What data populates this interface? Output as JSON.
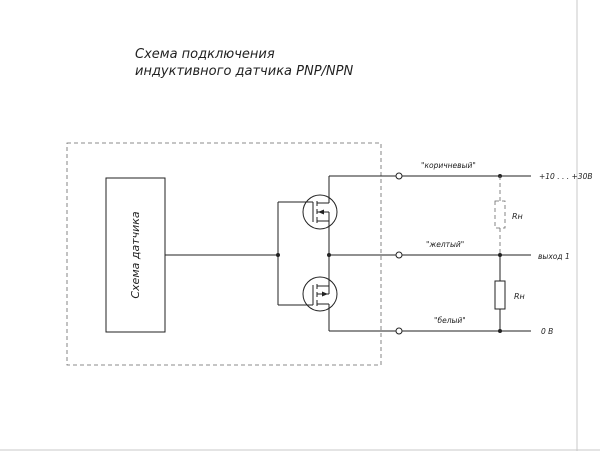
{
  "title": {
    "line1": "Схема подключения",
    "line2": "индуктивного датчика PNP/NPN"
  },
  "sensor_block": {
    "label": "Схема датчика"
  },
  "wires": {
    "brown": "\"коричневый\"",
    "yellow": "\"желтый\"",
    "white": "\"белый\""
  },
  "outputs": {
    "supply": "+10 . . . +30В",
    "output1": "выход 1",
    "ground": "0 В"
  },
  "resistors": {
    "pullup": "Rн",
    "pulldown": "Rн"
  },
  "colors": {
    "line": "#222222",
    "dashed_border": "#666666",
    "frame": "#c8c8c8"
  }
}
